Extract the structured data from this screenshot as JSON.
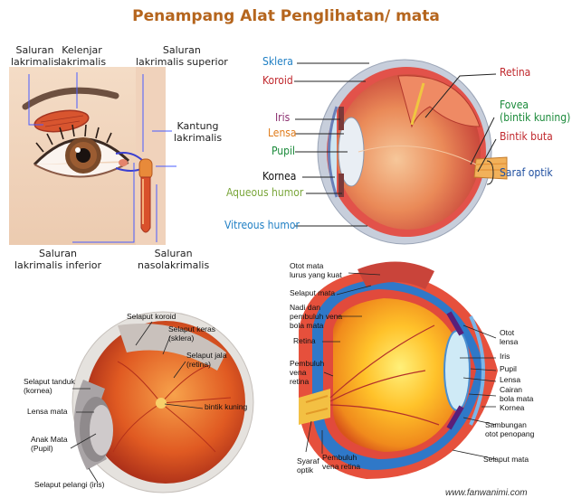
{
  "title": "Penampang Alat Penglihatan/ mata",
  "panel1": {
    "labels": {
      "saluran_lakrimalis": [
        "Saluran",
        "lakrimalis"
      ],
      "kelenjar_lakrimalis": [
        "Kelenjar",
        "lakrimalis"
      ],
      "saluran_lakrimalis_superior": [
        "Saluran",
        "lakrimalis superior"
      ],
      "kantung_lakrimalis": [
        "Kantung",
        "lakrimalis"
      ],
      "saluran_lakrimalis_inferior": [
        "Saluran",
        "lakrimalis inferior"
      ],
      "saluran_nasolakrimalis": [
        "Saluran",
        "nasolakrimalis"
      ]
    }
  },
  "panel2": {
    "sklera": "Sklera",
    "koroid": "Koroid",
    "iris": "Iris",
    "lensa": "Lensa",
    "pupil": "Pupil",
    "kornea": "Kornea",
    "aqueous": "Aqueous humor",
    "vitreous": "Vitreous humor",
    "retina": "Retina",
    "fovea": [
      "Fovea",
      "(bintik kuning)"
    ],
    "bintik_buta": "Bintik buta",
    "saraf_optik": "Saraf optik",
    "colors": {
      "sklera": "#1f7fc4",
      "koroid": "#c0282d",
      "iris": "#8b2f6f",
      "lensa": "#e07b1a",
      "pupil": "#1a8a3a",
      "kornea": "#111111",
      "aqueous": "#7aa63a",
      "vitreous": "#1f7fc4",
      "retina": "#c0282d",
      "fovea": "#1a8a3a",
      "bintik_buta": "#c0282d",
      "saraf_optik": "#1f4fa0"
    }
  },
  "panel3": {
    "selaput_koroid": "Selaput koroid",
    "selaput_keras": [
      "Selaput keras",
      "(sklera)"
    ],
    "selaput_jala": [
      "Selaput jala",
      "(retina)"
    ],
    "selaput_tanduk": [
      "Selaput tanduk",
      "(kornea)"
    ],
    "lensa_mata": "Lensa mata",
    "anak_mata": [
      "Anak Mata",
      "(Pupil)"
    ],
    "bintik_kuning": "bintik kuning",
    "selaput_pelangi": "Selaput pelangi (iris)"
  },
  "panel4": {
    "otot_mata": [
      "Otot mata",
      "lurus yang kuat"
    ],
    "selaput_mata_top": "Selaput mata",
    "nadi": [
      "Nadi dan",
      "pembuluh vena",
      "bola mata"
    ],
    "retina": "Retina",
    "pembuluh_vena_retina": [
      "Pembuluh",
      "vena",
      "retina"
    ],
    "saraf_optik": [
      "Syaraf",
      "optik"
    ],
    "pembuluh_vena_retina_bottom": [
      "Pembuluh",
      "vena retina"
    ],
    "otot_lensa": [
      "Otot",
      "lensa"
    ],
    "iris": "Iris",
    "pupil": "Pupil",
    "lensa": "Lensa",
    "cairan": [
      "Cairan",
      "bola mata"
    ],
    "kornea": "Kornea",
    "sambungan": [
      "Sambungan",
      "otot penopang"
    ],
    "selaput_mata_bottom": "Selaput mata"
  },
  "watermark": "www.fanwanimi.com"
}
